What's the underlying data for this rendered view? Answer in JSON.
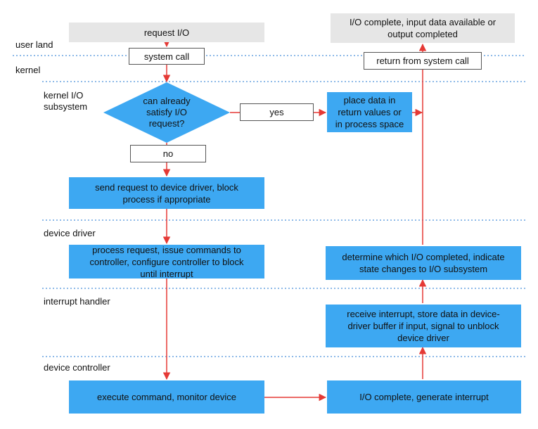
{
  "layers": {
    "user_land": "user land",
    "kernel": "kernel",
    "kernel_io": "kernel I/O\nsubsystem",
    "device_driver": "device driver",
    "interrupt_handler": "interrupt handler",
    "device_controller": "device controller"
  },
  "nodes": {
    "request_io": "request I/O",
    "system_call": "system call",
    "can_satisfy": "can already\nsatisfy I/O\nrequest?",
    "yes": "yes",
    "no": "no",
    "place_data": "place data in\nreturn values or\nin process space",
    "send_request": "send request to device driver, block\nprocess if appropriate",
    "process_request": "process request, issue commands to\ncontroller, configure controller to block\nuntil interrupt",
    "execute_command": "execute command, monitor device",
    "io_complete_interrupt": "I/O complete, generate interrupt",
    "receive_interrupt": "receive interrupt, store data in device-\ndriver buffer if input, signal to unblock\ndevice driver",
    "determine_io": "determine which I/O completed, indicate\nstate changes to I/O subsystem",
    "return_syscall": "return from system call",
    "io_complete": "I/O complete, input data available or\noutput completed"
  },
  "colors": {
    "process_box": "#3da8f2",
    "user_box": "#e6e6e6",
    "arrow": "#e53935",
    "divider": "#4a90d9"
  }
}
